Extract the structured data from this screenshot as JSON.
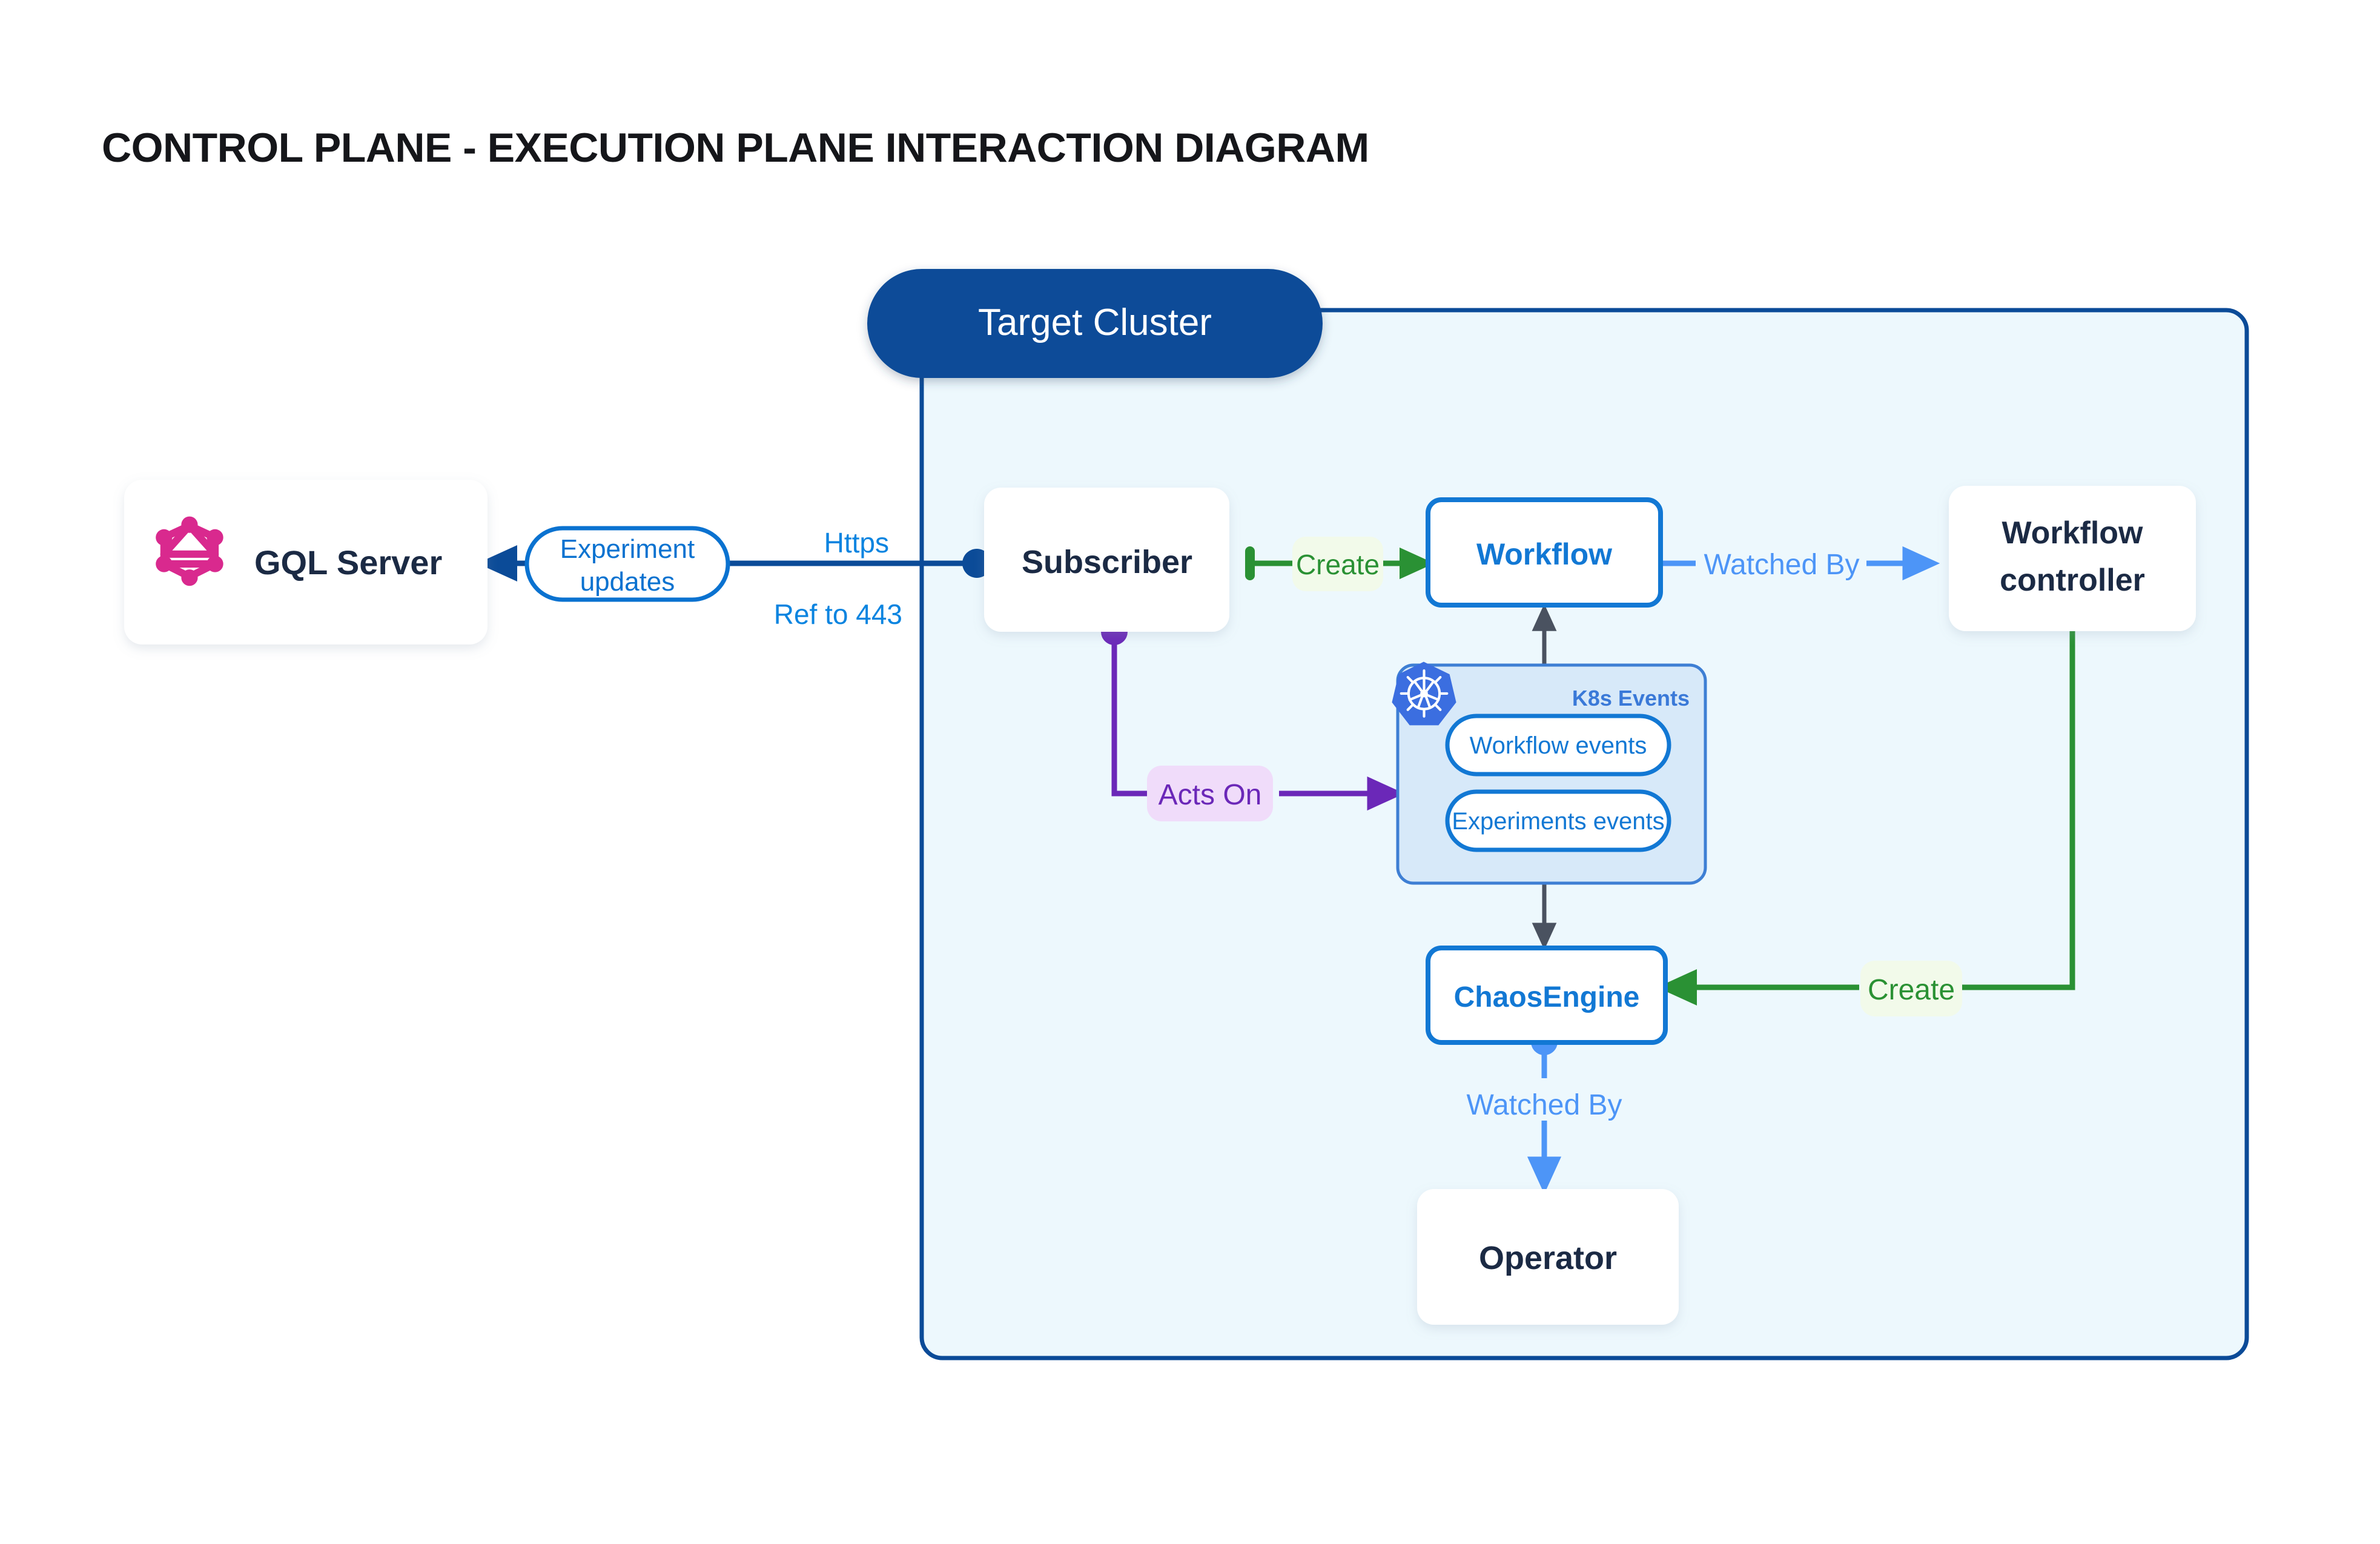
{
  "page": {
    "title": "CONTROL PLANE - EXECUTION PLANE INTERACTION DIAGRAM",
    "background": "#ffffff"
  },
  "colors": {
    "title_text": "#15161a",
    "dark_navy_text": "#1b2a44",
    "cluster_badge_bg": "#0b4b98",
    "cluster_badge_text": "#ffffff",
    "cluster_panel_bg": "#edf8fd",
    "cluster_panel_border": "#0b4b98",
    "card_white": "#ffffff",
    "blue_node_border": "#1278d4",
    "blue_node_text": "#1278d4",
    "bright_blue_text": "#0a84e0",
    "light_blue_edge": "#4d95f7",
    "green_edge": "#2a9134",
    "green_label_bg": "#f2faea",
    "purple_edge": "#6b28b8",
    "purple_label_bg": "#f0dcfa",
    "gray_edge": "#4a5260",
    "dark_blue_edge": "#0b4b98",
    "graphql_pink": "#d9298e",
    "k8s_panel_bg": "#d7e9f9",
    "k8s_panel_border": "#3e7fd4",
    "k8s_logo_blue": "#3b6ee0",
    "k8s_label_text": "#3a79d8"
  },
  "cluster": {
    "badge_label": "Target Cluster"
  },
  "nodes": [
    {
      "id": "gql-server",
      "label": "GQL Server",
      "style": "white-card",
      "icon": "graphql-icon"
    },
    {
      "id": "subscriber",
      "label": "Subscriber",
      "style": "white-card"
    },
    {
      "id": "workflow",
      "label": "Workflow",
      "style": "blue-outline"
    },
    {
      "id": "workflow-controller",
      "label_line1": "Workflow",
      "label_line2": "controller",
      "style": "white-card"
    },
    {
      "id": "chaosengine",
      "label": "ChaosEngine",
      "style": "blue-outline"
    },
    {
      "id": "operator",
      "label": "Operator",
      "style": "white-card"
    }
  ],
  "k8s_events": {
    "panel_label": "K8s Events",
    "logo_name": "kubernetes-icon",
    "pills": [
      {
        "id": "workflow-events",
        "label": "Workflow events"
      },
      {
        "id": "experiments-events",
        "label": "Experiments events"
      }
    ]
  },
  "edges": [
    {
      "id": "experiment-updates",
      "label": "Experiment updates",
      "label_line1": "Experiment",
      "label_line2": "updates",
      "color": "dark_blue_edge",
      "shape": "pill-outline",
      "from": "subscriber",
      "to": "gql-server"
    },
    {
      "id": "https-label",
      "label": "Https",
      "color": "bright_blue_text",
      "from": "cluster-boundary",
      "to": "subscriber"
    },
    {
      "id": "ref-443-label",
      "label": "Ref to 443",
      "color": "bright_blue_text",
      "from": "cluster-boundary",
      "to": "subscriber"
    },
    {
      "id": "create-workflow",
      "label": "Create",
      "color": "green_edge",
      "from": "subscriber",
      "to": "workflow"
    },
    {
      "id": "watched-by-controller",
      "label": "Watched By",
      "color": "light_blue_edge",
      "from": "workflow",
      "to": "workflow-controller"
    },
    {
      "id": "acts-on",
      "label": "Acts On",
      "color": "purple_edge",
      "from": "subscriber",
      "to": "k8s-events"
    },
    {
      "id": "create-chaosengine",
      "label": "Create",
      "color": "green_edge",
      "from": "workflow-controller",
      "to": "chaosengine"
    },
    {
      "id": "watched-by-operator",
      "label": "Watched By",
      "color": "light_blue_edge",
      "from": "chaosengine",
      "to": "operator"
    }
  ]
}
